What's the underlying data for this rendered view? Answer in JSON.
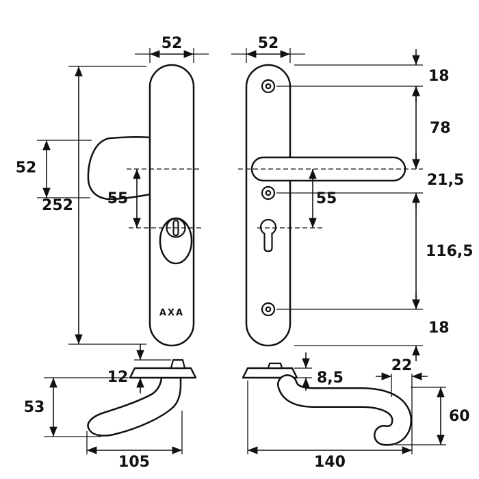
{
  "drawing": {
    "brand_label": "AXA",
    "dims": {
      "left_plate_width": "52",
      "right_plate_width": "52",
      "top_screw_offset": "18",
      "screw_to_handle": "78",
      "knob_height": "52",
      "plate_height": "252",
      "knob_to_cylinder": "55",
      "handle_band": "21,5",
      "handle_to_cylinder": "55",
      "cylinder_to_screw": "116,5",
      "bottom_screw_offset": "18",
      "knob_stem_thickness": "12",
      "knob_projection": "53",
      "knob_length": "105",
      "lever_plate_thickness": "8,5",
      "lever_grip_width": "22",
      "lever_projection": "60",
      "lever_length": "140"
    }
  }
}
